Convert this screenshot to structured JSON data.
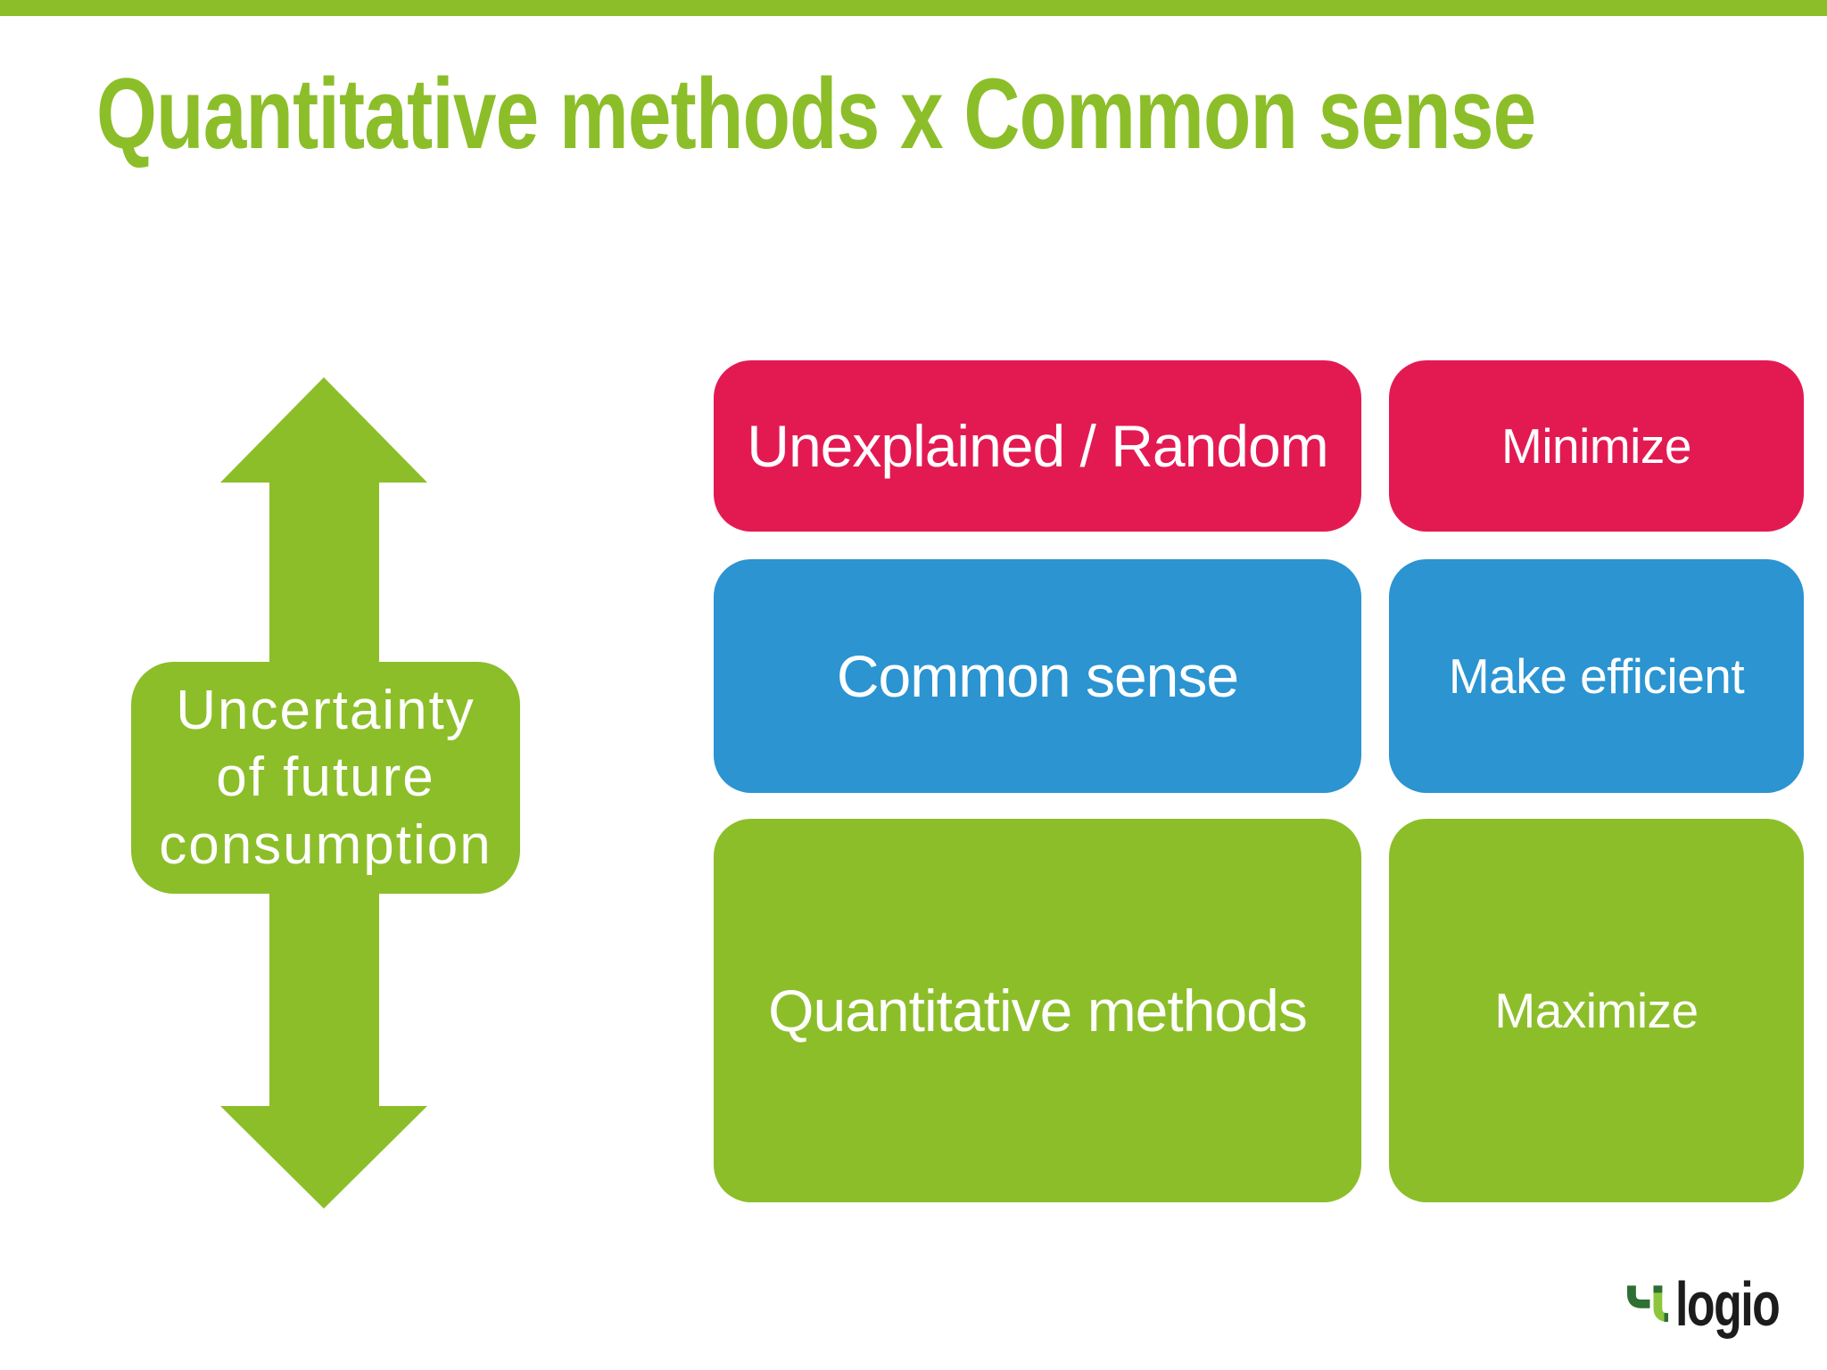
{
  "slide": {
    "title": "Quantitative methods x Common sense"
  },
  "uncertainty": {
    "lines": [
      "Uncertainty",
      "of future",
      "consumption"
    ]
  },
  "matrix": {
    "rows": [
      {
        "method": "Unexplained / Random",
        "action": "Minimize",
        "color": "#e31a52"
      },
      {
        "method": "Common sense",
        "action": "Make efficient",
        "color": "#2b94d1"
      },
      {
        "method": "Quantitative methods",
        "action": "Maximize",
        "color": "#8cbe2a"
      }
    ]
  },
  "colors": {
    "accent_green": "#8cbe2a",
    "pink": "#e31a52",
    "blue": "#2b94d1",
    "logo_dark_green": "#2e6f33",
    "logo_light_green": "#8cc63f",
    "logo_text_color": "#1c1c1c"
  },
  "logo": {
    "text": "logio",
    "mark": "logio-mark"
  }
}
